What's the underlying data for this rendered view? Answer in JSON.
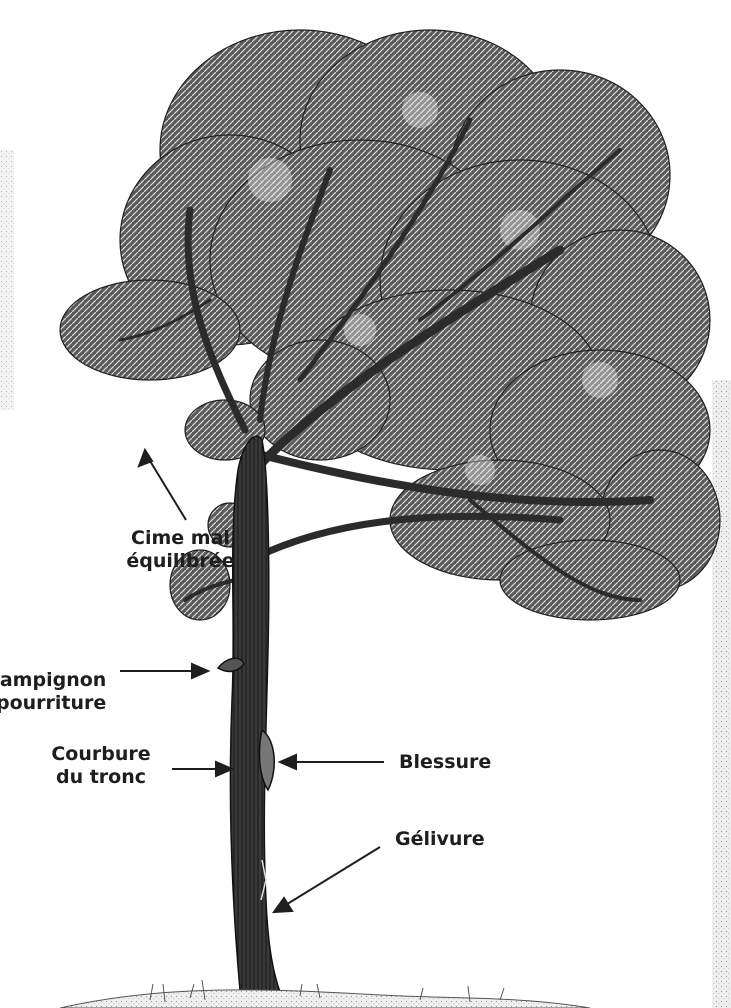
{
  "labels": {
    "cime": {
      "line1": "Cime mal",
      "line2": "équilibrée"
    },
    "champignon": {
      "line1": "ampignon",
      "line2": "pourriture"
    },
    "courbure": {
      "line1": "Courbure",
      "line2": "du tronc"
    },
    "blessure": "Blessure",
    "gelivure": "Gélivure"
  },
  "colors": {
    "ink": "#1e1e1e",
    "foliage": "#3a3a3a",
    "bark": "#2b2b2b",
    "ground": "#8a8a8a"
  }
}
